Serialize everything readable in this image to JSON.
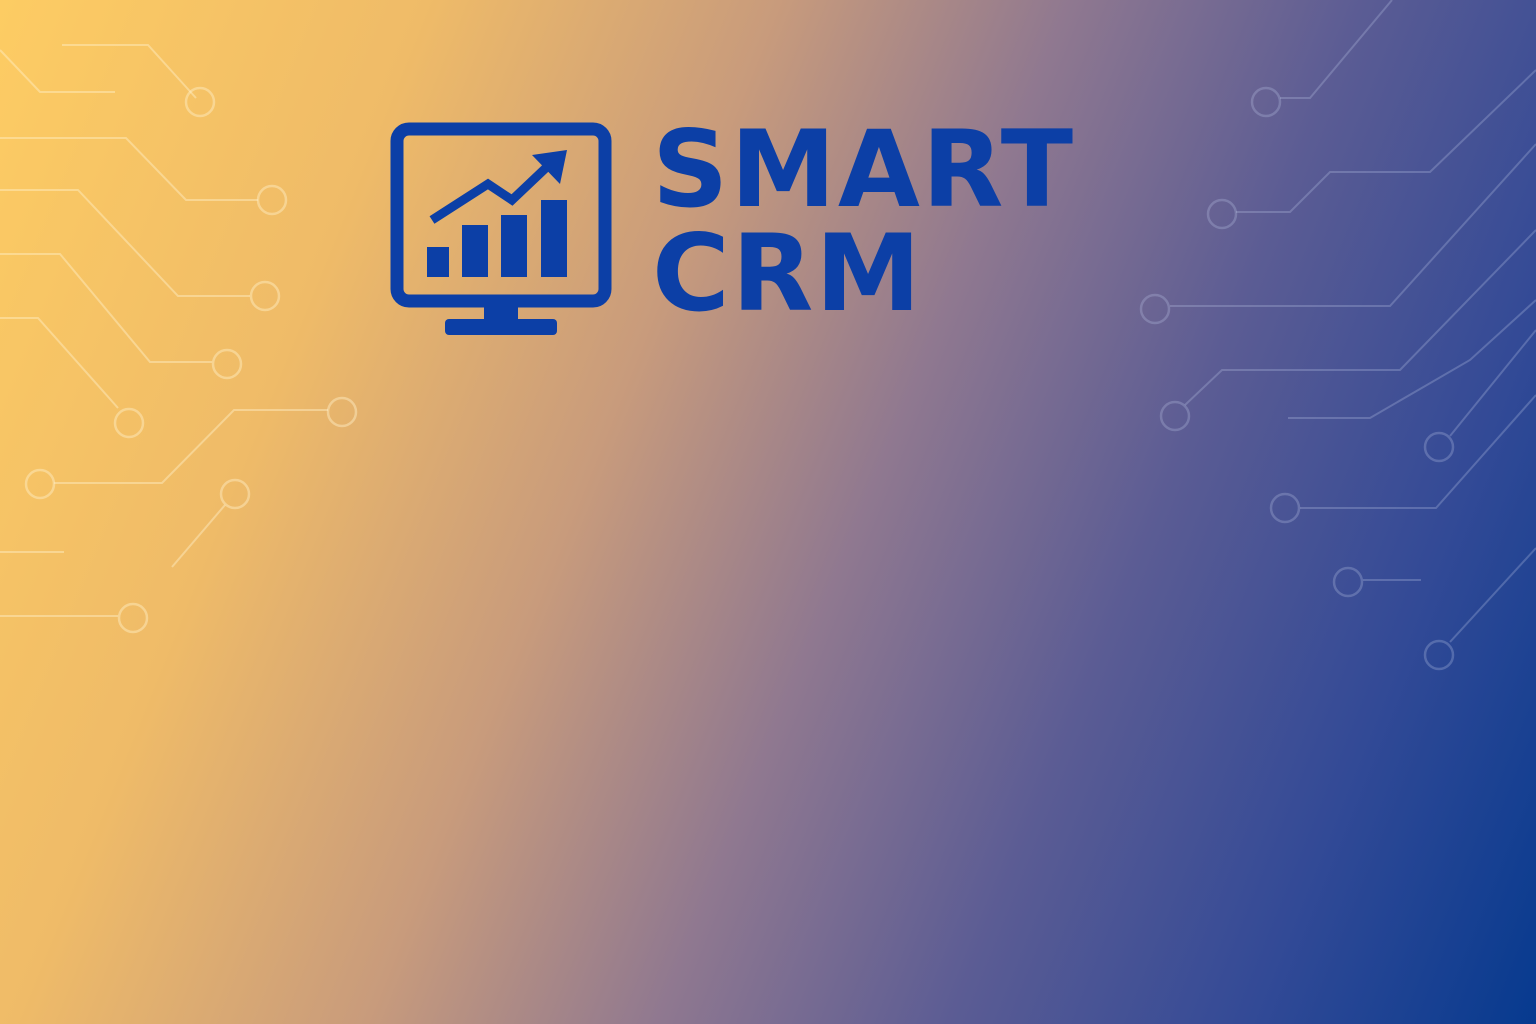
{
  "brand": {
    "line1": "SMART",
    "line2": "CRM",
    "color": "#0c3fa6"
  },
  "icons": {
    "logo": "monitor-rising-chart-icon"
  },
  "background": {
    "gradient_start": "#fdcc63",
    "gradient_end": "#063a8f",
    "decoration": "circuit-lines"
  }
}
